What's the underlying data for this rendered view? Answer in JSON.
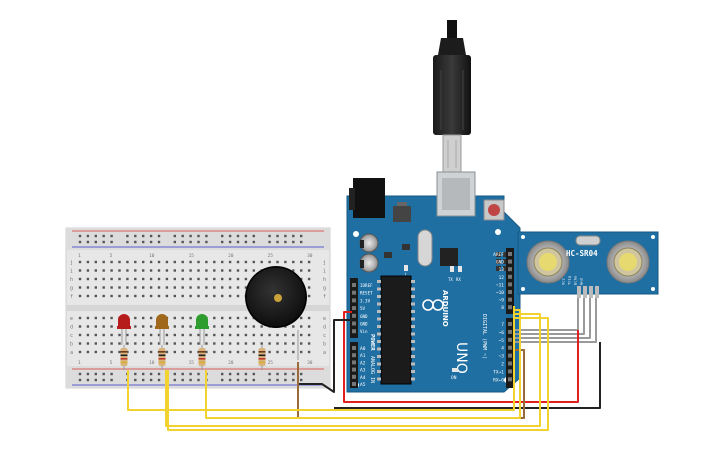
{
  "arduino": {
    "brand": "ARDUINO",
    "model": "UNO",
    "power_header": "POWER",
    "power_pins": [
      "IOREF",
      "RESET",
      "3.3V",
      "5V",
      "GND",
      "GND",
      "Vin"
    ],
    "analog_header": "ANALOG IN",
    "analog_pins": [
      "A0",
      "A1",
      "A2",
      "A3",
      "A4",
      "A5"
    ],
    "digital_header": "DIGITAL (PWM ~)",
    "digital_pins_top": [
      "AREF",
      "GND",
      "13",
      "12",
      "~11",
      "~10",
      "~9",
      "8"
    ],
    "digital_pins_bottom": [
      "7",
      "~6",
      "~5",
      "4",
      "~3",
      "2",
      "TX→1",
      "RX←0"
    ],
    "tx_label": "TX",
    "rx_label": "RX",
    "on_label": "ON",
    "l_label": "L"
  },
  "sensor": {
    "name": "HC-SR04",
    "pins": [
      "Vcc",
      "Trig",
      "Echo",
      "Gnd"
    ]
  },
  "breadboard": {
    "row_letters_top": [
      "j",
      "i",
      "h",
      "g",
      "f"
    ],
    "row_letters_bottom": [
      "e",
      "d",
      "c",
      "b",
      "a"
    ],
    "column_numbers": [
      "1",
      "5",
      "10",
      "15",
      "20",
      "25",
      "30"
    ]
  },
  "leds": [
    {
      "color": "red",
      "hex": "#b71c1c"
    },
    {
      "color": "yellow",
      "hex": "#a0681a"
    },
    {
      "color": "green",
      "hex": "#2e9d2e"
    }
  ],
  "wire_colors": {
    "yellow": "#f2d22e",
    "red": "#e21f1f",
    "black": "#222222",
    "brown": "#9a6b3a",
    "gray": "#9a9a9a"
  }
}
